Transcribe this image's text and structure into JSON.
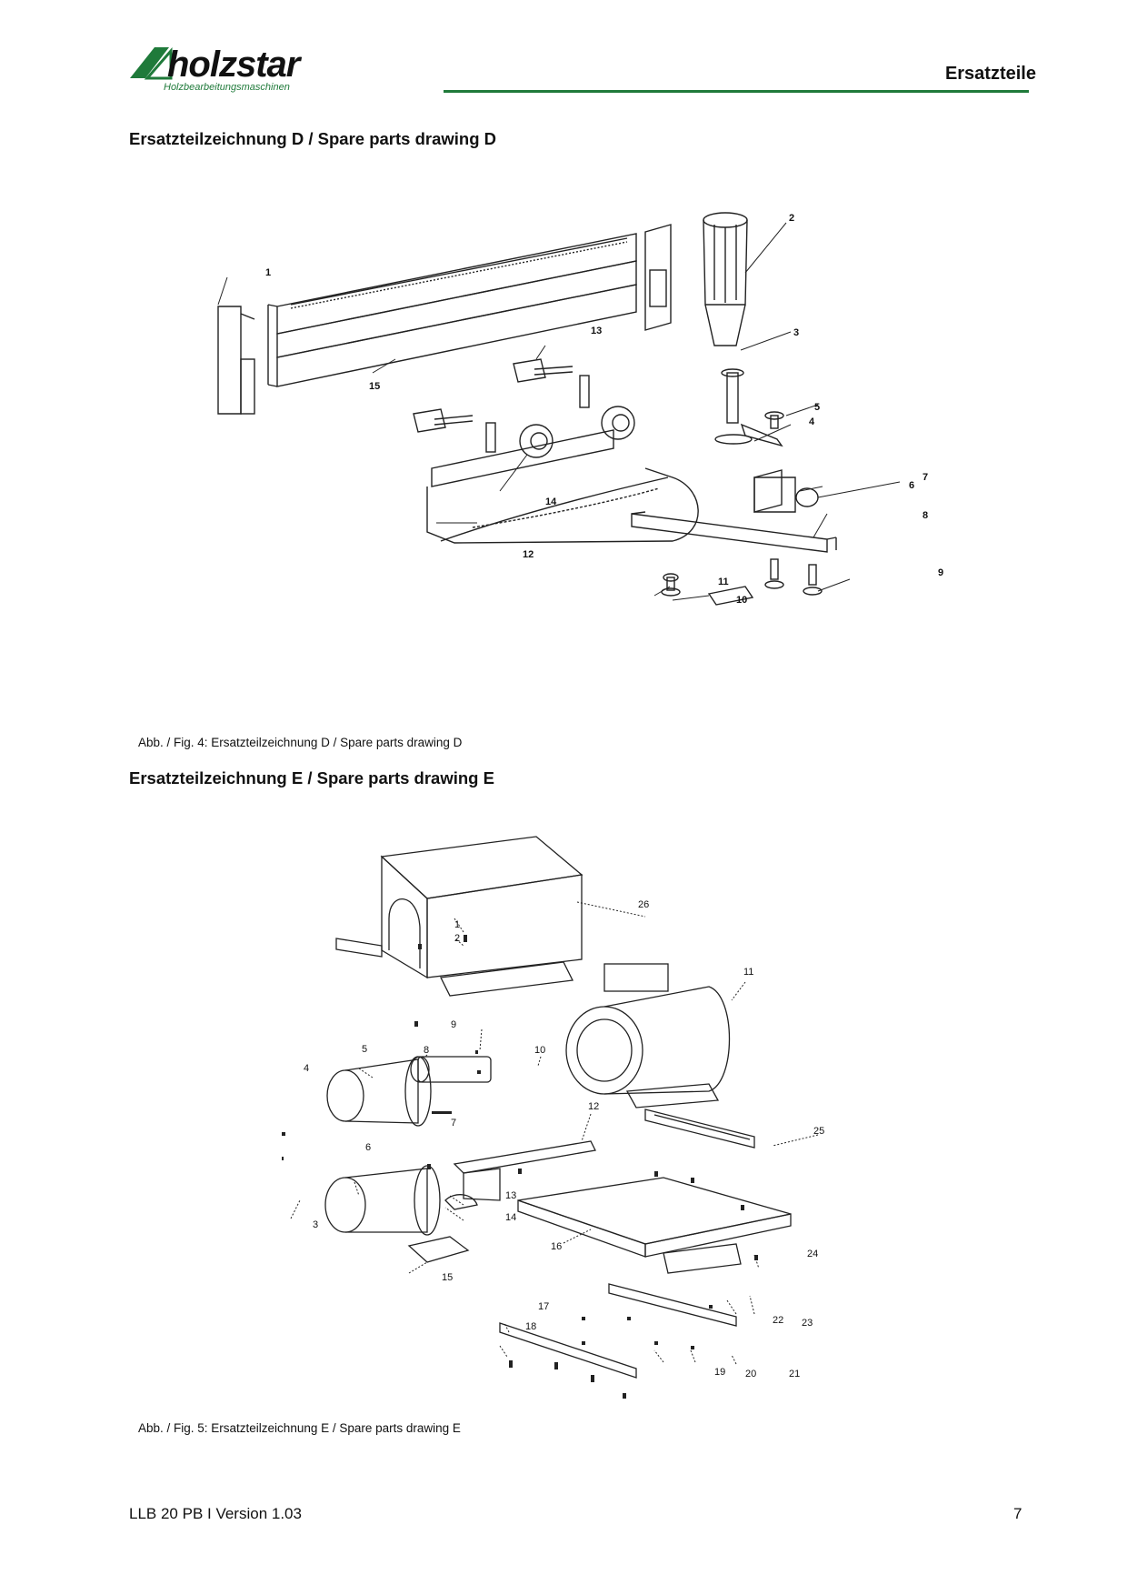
{
  "header": {
    "brand_name": "holzstar",
    "brand_subtitle": "Holzbearbeitungsmaschinen",
    "section_title": "Ersatzteile",
    "accent_color": "#1f7a3a"
  },
  "drawing_d": {
    "heading": "Ersatzteilzeichnung D / Spare parts drawing D",
    "caption": "Abb. / Fig. 4: Ersatzteilzeichnung D / Spare parts drawing D",
    "part_labels": [
      "1",
      "2",
      "3",
      "4",
      "5",
      "6",
      "7",
      "8",
      "9",
      "10",
      "11",
      "12",
      "13",
      "14",
      "15"
    ]
  },
  "drawing_e": {
    "heading": "Ersatzteilzeichnung E / Spare parts drawing E",
    "caption": "Abb. / Fig. 5: Ersatzteilzeichnung E / Spare parts drawing E",
    "part_labels": [
      "26",
      "1",
      "2",
      "11",
      "9",
      "5",
      "8",
      "10",
      "4",
      "12",
      "7",
      "6",
      "13",
      "25",
      "3",
      "14",
      "16",
      "24",
      "15",
      "17",
      "22",
      "23",
      "18",
      "19",
      "20",
      "21"
    ]
  },
  "footer": {
    "document_version": "LLB 20 PB I Version 1.03",
    "page_number": "7"
  }
}
